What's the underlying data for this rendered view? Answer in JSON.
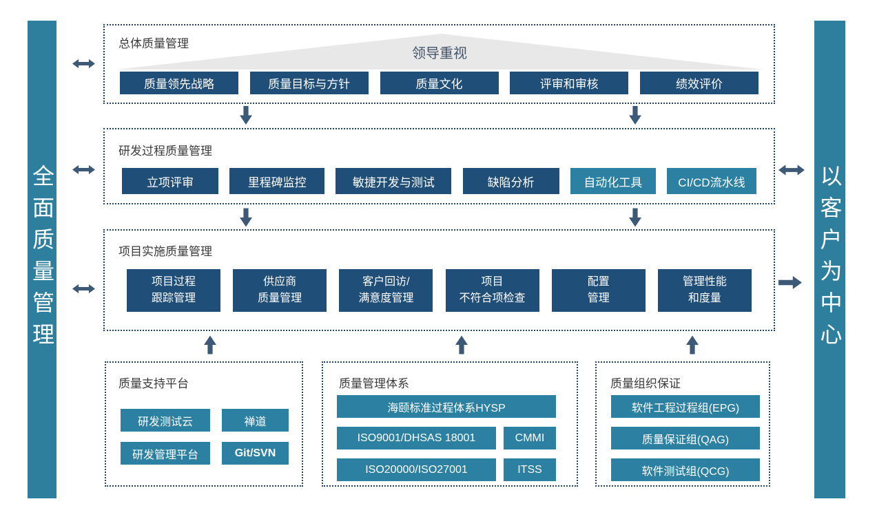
{
  "diagram": {
    "left_banner": "全面质量管理",
    "right_banner": "以客户为中心",
    "top": {
      "title": "总体质量管理",
      "banner": "领导重视",
      "items": [
        "质量领先战略",
        "质量目标与方针",
        "质量文化",
        "评审和审核",
        "绩效评价"
      ]
    },
    "rd": {
      "title": "研发过程质量管理",
      "items": [
        "立项评审",
        "里程碑监控",
        "敏捷开发与测试",
        "缺陷分析",
        "自动化工具",
        "CI/CD流水线"
      ]
    },
    "impl": {
      "title": "项目实施质量管理",
      "items": [
        "项目过程\n跟踪管理",
        "供应商\n质量管理",
        "客户回访/\n满意度管理",
        "项目\n不符合项检查",
        "配置\n管理",
        "管理性能\n和度量"
      ]
    },
    "platform": {
      "title": "质量支持平台",
      "items": [
        "研发测试云",
        "禅道",
        "研发管理平台",
        "Git/SVN"
      ]
    },
    "system": {
      "title": "质量管理体系",
      "items": [
        "海颐标准过程体系HYSP",
        "ISO9001/DHSAS 18001",
        "CMMI",
        "ISO20000/ISO27001",
        "ITSS"
      ]
    },
    "org": {
      "title": "质量组织保证",
      "items": [
        "软件工程过程组(EPG)",
        "质量保证组(QAG)",
        "软件测试组(QCG)"
      ]
    },
    "colors": {
      "node_navy": "#1F4E79",
      "node_teal": "#2C81A2",
      "side_bar": "#2E7F9E",
      "arrow": "#3C5A77",
      "dotted_border": "#1F4463",
      "triangle_fill": "#E8E8E8"
    }
  }
}
